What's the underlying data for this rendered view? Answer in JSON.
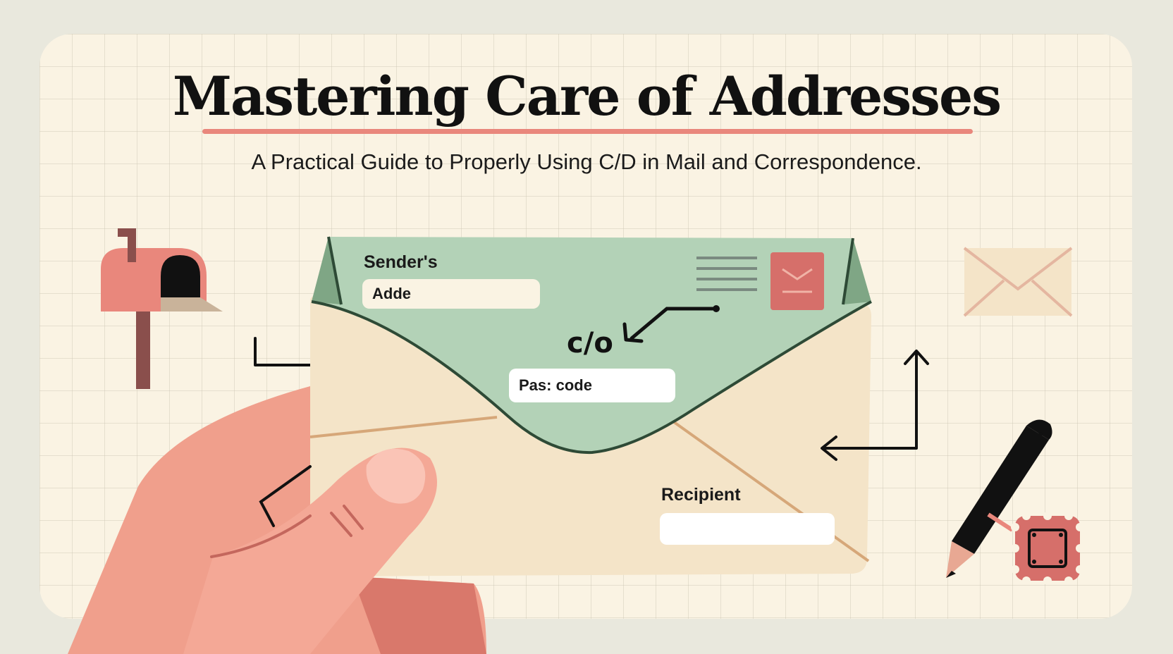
{
  "header": {
    "title": "Mastering Care of Addresses",
    "subtitle": "A Practical Guide to Properly Using C/D in Mail and Correspondence."
  },
  "envelope": {
    "sender_label": "Sender's",
    "sender_value": "Adde",
    "co_text": "c/o",
    "passcode_value": "Pas: code",
    "recipient_label": "Recipient",
    "recipient_value": ""
  },
  "icons": [
    "mailbox-icon",
    "envelope-icon",
    "pen-icon",
    "stamp-icon",
    "hand-illustration",
    "arrow-icon"
  ],
  "colors": {
    "background": "#e9e8dd",
    "card": "#faf3e3",
    "envelope_body": "#f4e4c8",
    "envelope_flap": "#b3d2b7",
    "accent_salmon": "#e9877c",
    "ink": "#111111"
  }
}
